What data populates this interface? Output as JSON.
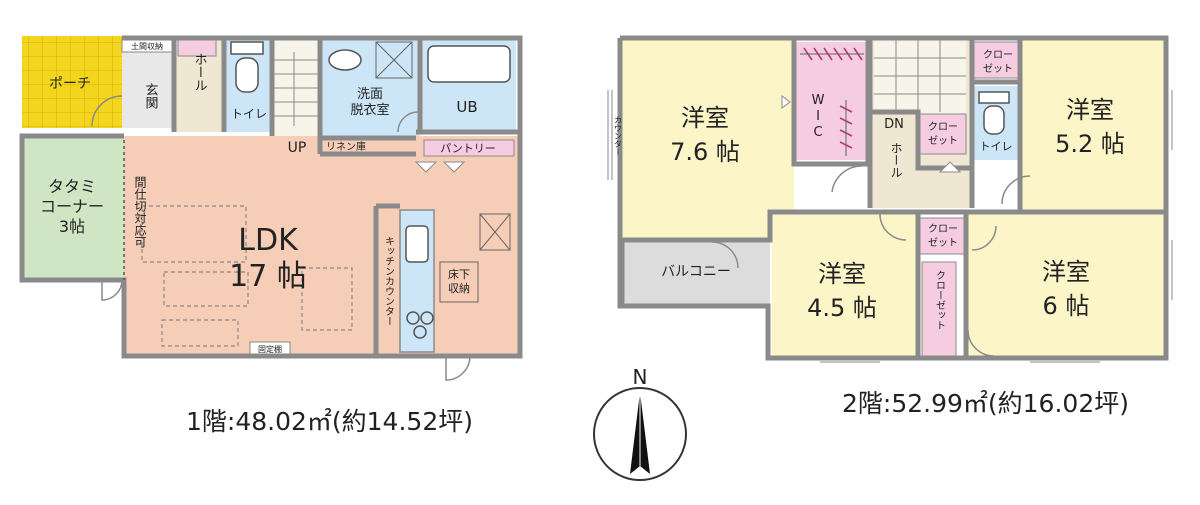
{
  "colors": {
    "wall": "#8a8a8a",
    "ldk": "#f6cdb6",
    "tatami": "#cfe5c4",
    "porch": "#f2d51c",
    "yoshitsu": "#fbf5c8",
    "closet": "#f6cde0",
    "water": "#cde6f7",
    "hall": "#efe7d2",
    "balcony": "#dcdcdc"
  },
  "floor1": {
    "caption": "1階:48.02㎡(約14.52坪)",
    "rooms": {
      "porch": "ポーチ",
      "entrance_storage": "土間収納",
      "genkan": "玄関",
      "hall": "ホール",
      "toilet": "トイレ",
      "up": "UP",
      "washroom_1": "洗面",
      "washroom_2": "脱衣室",
      "ub": "UB",
      "linen": "リネン庫",
      "pantry": "パントリー",
      "tatami_1": "タタミ",
      "tatami_2": "コーナー",
      "tatami_3": "3帖",
      "partition": "間仕切対応可",
      "ldk_1": "LDK",
      "ldk_2": "17 帖",
      "kitchen_counter": "キッチンカウンター",
      "underfloor_1": "床下",
      "underfloor_2": "収納",
      "fixed_shelf": "固定棚"
    }
  },
  "floor2": {
    "caption": "2階:52.99㎡(約16.02坪)",
    "rooms": {
      "room76_1": "洋室",
      "room76_2": "7.6 帖",
      "counter": "カウンター",
      "wic_w": "W",
      "wic_i": "I",
      "wic_c": "C",
      "dn": "DN",
      "hall": "ホール",
      "closet_a_1": "クロー",
      "closet_a_2": "ゼット",
      "closet_b_1": "クロー",
      "closet_b_2": "ゼット",
      "closet_c_1": "クロー",
      "closet_c_2": "ゼット",
      "closet_d": "クローゼット",
      "toilet": "トイレ",
      "room52_1": "洋室",
      "room52_2": "5.2 帖",
      "balcony": "バルコニー",
      "room45_1": "洋室",
      "room45_2": "4.5 帖",
      "room6_1": "洋室",
      "room6_2": "6 帖"
    }
  },
  "compass": {
    "label": "N"
  }
}
